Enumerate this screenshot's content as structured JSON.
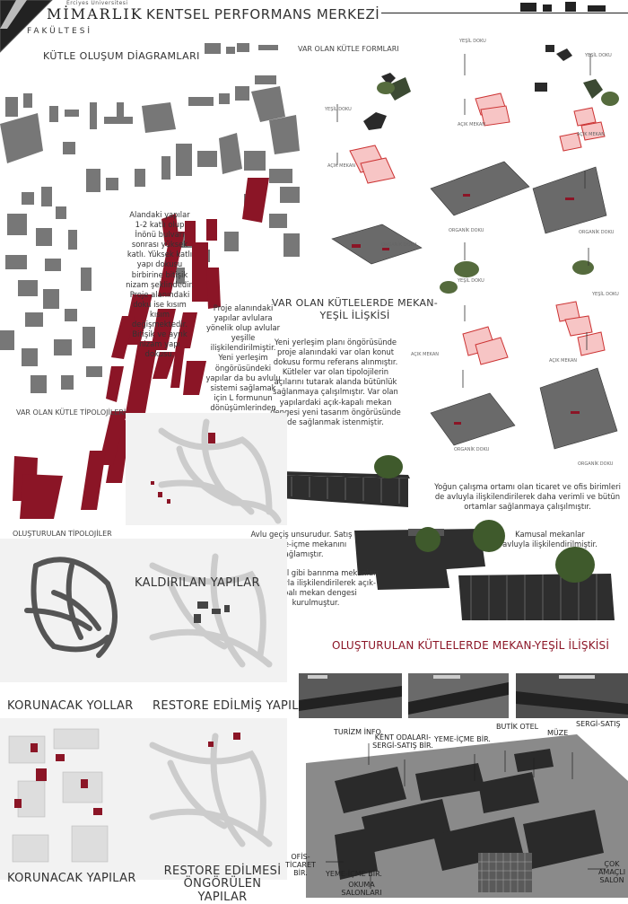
{
  "header": {
    "university": "Erciyes Üniversitesi",
    "logo": "MİMARLIK",
    "faculty": "FAKÜLTESİ",
    "title": "KENTSEL PERFORMANS MERKEZİ"
  },
  "sections": {
    "mass_diagrams": "KÜTLE OLUŞUM DİAGRAMLARI",
    "existing_forms": "VAR OLAN KÜTLE FORMLARI",
    "existing_typologies": "VAR OLAN KÜTLE TİPOLOJİLERİ",
    "created_typologies": "OLUŞTURULAN TİPOLOJİLER",
    "existing_space_green": "VAR OLAN KÜTLELERDE MEKAN-YEŞİL İLİŞKİSİ",
    "created_space_green": "OLUŞTURULAN KÜTLELERDE MEKAN-YEŞİL İLİŞKİSİ"
  },
  "map_labels": {
    "removed": "KALDIRILAN YAPILAR",
    "preserved_roads": "KORUNACAK YOLLAR",
    "restored": "RESTORE EDİLMİŞ YAPILAR",
    "preserved_buildings": "KORUNACAK YAPILAR",
    "to_restore": "RESTORE EDİLMESİ ÖNGÖRÜLEN YAPILAR"
  },
  "diagram_labels": {
    "green": "YEŞİL DOKU",
    "open_space": "AÇIK MEKAN",
    "organic": "ORGANİK DOKU"
  },
  "texts": {
    "p1": "Alandaki yapılar 1-2 katlı olup İnönü bulvarı sonrası yüksek katlı. Yüksek katlı yapı dokusu birbirine bitişik nizam şeklindedir. Proje alanındaki doku ise kısım kısım değişmektedir. Bitişik ve ayrık nizam yapı dokusu.",
    "p2": "Proje alanındaki yapılar avlulara yönelik olup avlular yeşille ilişkilendirilmiştir. Yeni yerleşim öngörüsündeki yapılar da bu avlulu sistemi sağlamak için L formunun dönüşümlerinden oluşmuştur.",
    "p3": "Yeni yerleşim planı öngörüsünde proje alanındaki var olan konut dokusu formu referans alınmıştır. Kütleler var olan tipolojilerin açılarını tutarak alanda bütünlük sağlanmaya çalışılmıştır. Var olan yapılardaki açık-kapalı mekan dengesi yeni tasarım öngörüsünde de sağlanmak istenmiştir.",
    "p4": "Yoğun çalışma ortamı olan ticaret ve ofis birimleri de avluyla ilişkilendirilerek daha verimli ve bütün ortamlar sağlanmaya çalışılmıştır.",
    "p5": "Avlu geçiş unsurudur. Satış ve yeme-içme mekanını bağlamıştır.",
    "p6": "Kamusal mekanlar avluyla ilişkilendirilmiştir.",
    "p7": "Butik otel gibi barınma mekanları da avluyla ilişkilendirilerek açık-kapalı mekan dengesi kurulmuştur."
  },
  "plan_labels": {
    "tourism": "TURİZM İNFO.",
    "city_rooms": "KENT ODALARI-SERGİ-SATIŞ BİR.",
    "food1": "YEME-İÇME BİR.",
    "boutique": "BUTİK OTEL",
    "museum": "MÜZE",
    "exhibit": "SERGİ-SATIŞ",
    "multi": "ÇOK AMAÇLI SALON",
    "office": "OFİS-TİCARET BİR.",
    "food2": "YEME-İÇME BİR.",
    "reading": "OKUMA SALONLARI"
  },
  "colors": {
    "accent": "#8b1526",
    "gray": "#777777"
  }
}
